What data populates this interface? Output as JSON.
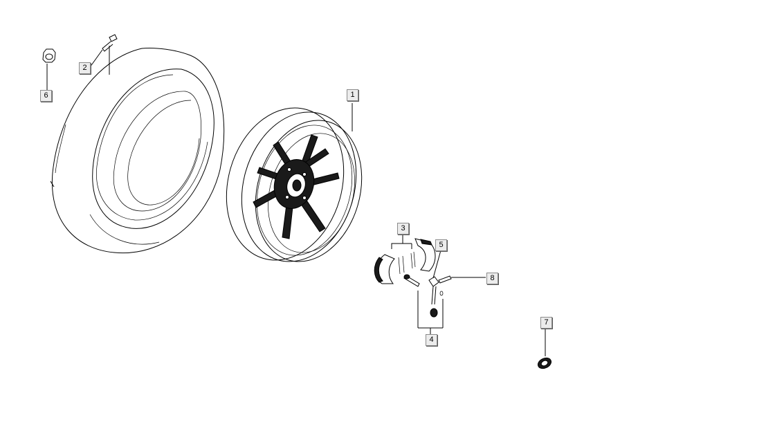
{
  "diagram": {
    "callouts": [
      {
        "id": "1",
        "label": "1"
      },
      {
        "id": "2",
        "label": "2"
      },
      {
        "id": "3",
        "label": "3"
      },
      {
        "id": "4",
        "label": "4"
      },
      {
        "id": "5",
        "label": "5"
      },
      {
        "id": "6",
        "label": "6"
      },
      {
        "id": "7",
        "label": "7"
      },
      {
        "id": "8",
        "label": "8"
      }
    ],
    "parts": [
      "tire",
      "rim",
      "valve",
      "nut",
      "brake-shoes",
      "brake-cam",
      "brake-lever",
      "lever-pin",
      "washer"
    ],
    "colors": {
      "line": "#000000",
      "callout_bg": "#ececec",
      "callout_border": "#8a8a8a"
    }
  }
}
